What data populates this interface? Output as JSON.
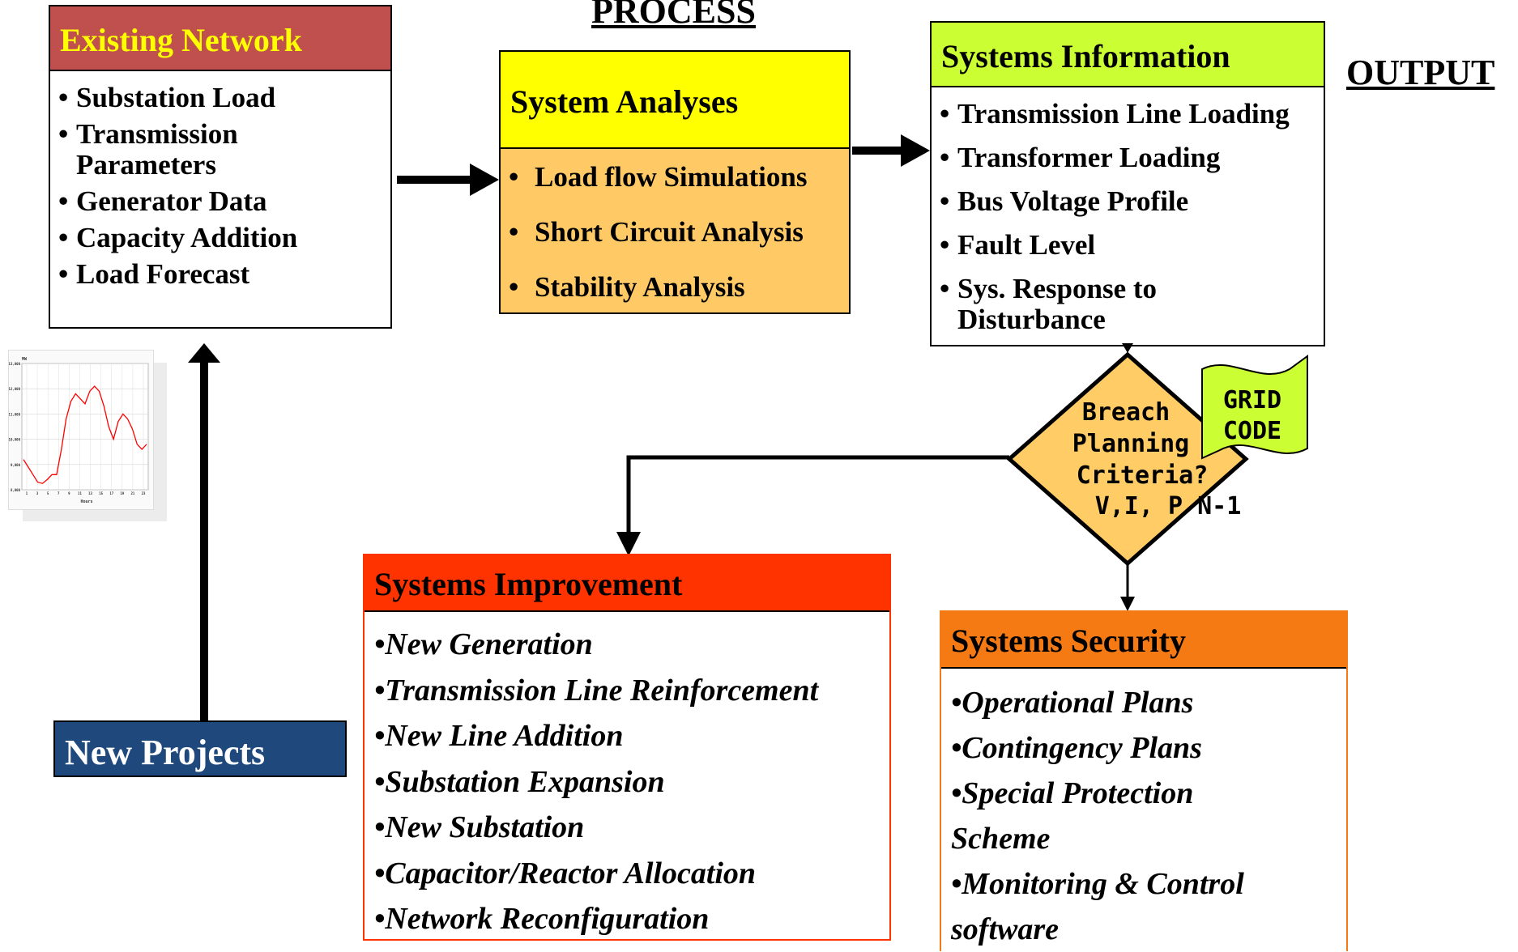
{
  "headings": {
    "process": "PROCESS",
    "output": "OUTPUT"
  },
  "existing_network": {
    "title": "Existing Network",
    "items": [
      "Substation Load",
      "Transmission Parameters",
      "Generator Data",
      "Capacity Addition",
      "Load Forecast"
    ]
  },
  "system_analyses": {
    "title": "System Analyses",
    "items": [
      "Load flow Simulations",
      "Short Circuit Analysis",
      "Stability Analysis"
    ]
  },
  "systems_information": {
    "title": "Systems Information",
    "items": [
      "Transmission Line Loading",
      "Transformer Loading",
      "Bus Voltage Profile",
      "Fault Level",
      "Sys. Response to Disturbance"
    ]
  },
  "decision": {
    "line1": "Breach",
    "line2": "Planning",
    "line3": "Criteria?",
    "line4": "V,I, P N-1"
  },
  "grid_code": {
    "line1": "GRID",
    "line2": "CODE"
  },
  "new_projects": {
    "label": "New Projects"
  },
  "systems_improvement": {
    "title": "Systems Improvement",
    "items": [
      "•New Generation",
      "•Transmission Line Reinforcement",
      "•New Line Addition",
      "•Substation Expansion",
      "•New Substation",
      "•Capacitor/Reactor Allocation",
      "•Network Reconfiguration"
    ]
  },
  "systems_security": {
    "title": "Systems Security",
    "items": [
      "•Operational Plans",
      "•Contingency Plans",
      "•Special Protection Scheme",
      "•Monitoring & Control software"
    ]
  },
  "load_curve": {
    "y_unit": "MW",
    "y_ticks": [
      "13,000",
      "12,000",
      "11,000",
      "10,000",
      "9,000",
      "8,000"
    ],
    "x_ticks": [
      "1",
      "3",
      "5",
      "7",
      "9",
      "11",
      "13",
      "15",
      "17",
      "19",
      "21",
      "23"
    ],
    "x_label": "Hours",
    "values": [
      9200,
      8900,
      8600,
      8300,
      8250,
      8400,
      8600,
      8600,
      9600,
      10800,
      11500,
      11800,
      11600,
      11400,
      11900,
      12100,
      11900,
      11300,
      10500,
      10000,
      10700,
      11000,
      10800,
      10400,
      9800,
      9600,
      9800
    ]
  },
  "colors": {
    "existing_network_header": "#c0504d",
    "existing_network_title": "#ffff00",
    "system_analyses_header": "#ffff00",
    "system_analyses_body": "#ffc966",
    "systems_information_header": "#ccff33",
    "decision_fill": "#ffcc66",
    "grid_code_fill": "#ccff33",
    "new_projects_fill": "#1f497d",
    "systems_improvement_header": "#ff3300",
    "systems_improvement_border": "#ff3300",
    "systems_security_header": "#f57a14",
    "systems_security_border": "#f57a14",
    "chart_line": "#ff0000"
  }
}
